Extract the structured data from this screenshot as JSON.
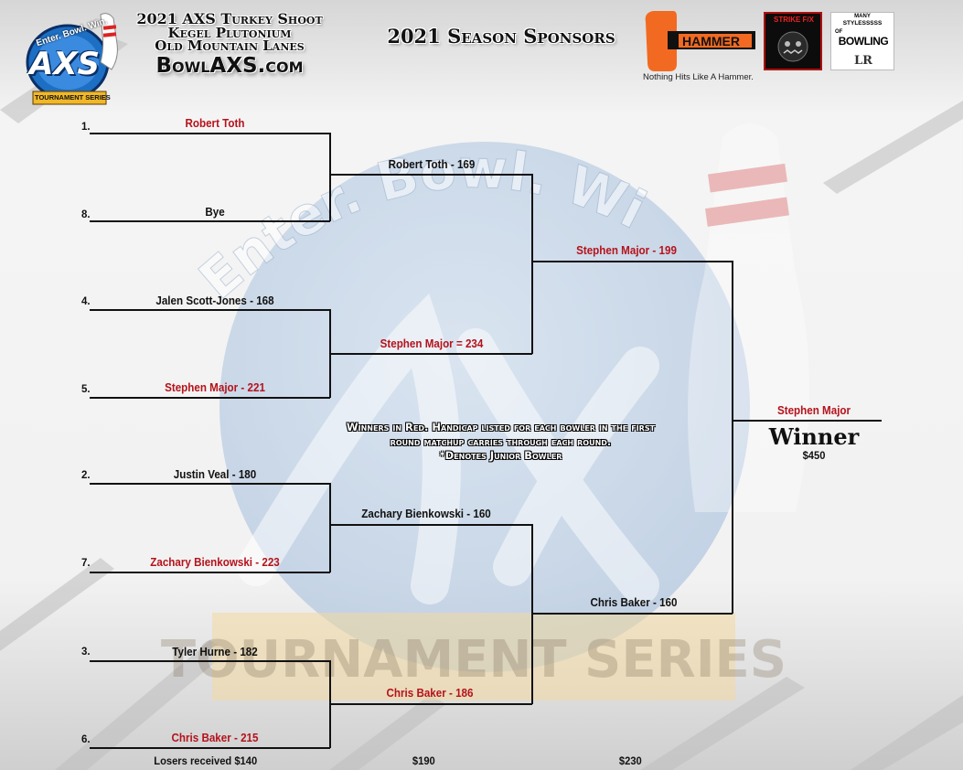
{
  "header": {
    "title_line1": "2021 AXS Turkey Shoot",
    "title_line2": "Kegel Plutonium",
    "title_line3": "Old Mountain Lanes",
    "site": "BowlAXS.com",
    "sponsors_label": "2021 Season Sponsors"
  },
  "logos": {
    "axs_tagline": "Enter. Bowl. Win.",
    "axs_letters": "AXS",
    "axs_series": "TOURNAMENT SERIES",
    "hammer_text": "HAMMER",
    "hammer_tagline": "Nothing Hits Like A Hammer.",
    "strike_text": "STRIKE F/X",
    "many_top": "MANY",
    "many_mid": "STYLESSSSS",
    "many_of": "OF",
    "many_main": "BOWLING"
  },
  "watermark": {
    "tagline": "Enter. Bowl. Win.",
    "series": "TOURNAMENT SERIES"
  },
  "bracket": {
    "round1": [
      {
        "seed": "1.",
        "name": "Robert Toth",
        "winner": true
      },
      {
        "seed": "8.",
        "name": "Bye",
        "winner": false
      },
      {
        "seed": "4.",
        "name": "Jalen Scott-Jones - 168",
        "winner": false
      },
      {
        "seed": "5.",
        "name": "Stephen Major - 221",
        "winner": true
      },
      {
        "seed": "2.",
        "name": "Justin Veal - 180",
        "winner": false
      },
      {
        "seed": "7.",
        "name": "Zachary Bienkowski - 223",
        "winner": true
      },
      {
        "seed": "3.",
        "name": "Tyler Hurne - 182",
        "winner": false
      },
      {
        "seed": "6.",
        "name": "Chris Baker - 215",
        "winner": true
      }
    ],
    "round2": [
      {
        "name": "Robert Toth - 169",
        "winner": false
      },
      {
        "name": "Stephen Major = 234",
        "winner": true
      },
      {
        "name": "Zachary Bienkowski - 160",
        "winner": false
      },
      {
        "name": "Chris Baker - 186",
        "winner": true
      }
    ],
    "round3": [
      {
        "name": "Stephen Major - 199",
        "winner": true
      },
      {
        "name": "Chris Baker - 160",
        "winner": false
      }
    ],
    "champion": {
      "name": "Stephen Major",
      "label": "Winner",
      "prize": "$450"
    }
  },
  "notes": {
    "line1": "Winners in Red.  Handicap listed for each bowler in the first",
    "line2": "round matchup carries through each round.",
    "line3": "*Denotes Junior Bowler"
  },
  "prizes": {
    "round1": "Losers received $140",
    "round2": "$190",
    "round3": "$230"
  },
  "colors": {
    "winner_red": "#b5121b",
    "hammer_orange": "#f26a21",
    "logo_blue": "#1d6fc4"
  }
}
